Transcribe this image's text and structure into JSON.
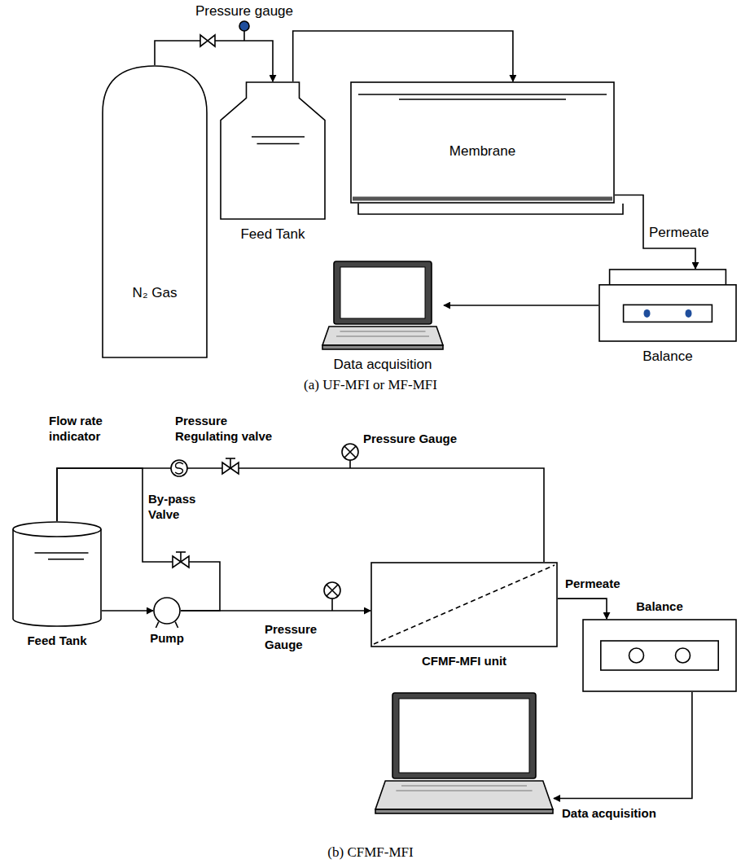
{
  "diagram": {
    "nodes": [
      {
        "text": [
          "N₂ Gas"
        ]
      },
      {
        "text": [
          "Feed Tank"
        ]
      },
      {
        "text": [
          "Membrane"
        ]
      },
      {
        "text": [
          "Balance"
        ]
      },
      {
        "text": [
          "Data acquisition"
        ]
      },
      {
        "text": [
          "Feed Tank"
        ]
      },
      {
        "text": [
          "Pump"
        ]
      },
      {
        "text": [
          "CFMF-MFI unit"
        ]
      },
      {
        "text": [
          "Balance"
        ]
      },
      {
        "text": [
          "Data acquisition"
        ]
      }
    ],
    "edges": [
      {
        "from": 0,
        "to": 1,
        "arrow": "to"
      },
      {
        "from": 1,
        "to": 2,
        "arrow": "to"
      },
      {
        "from": 2,
        "to": 3,
        "label": "Permeate",
        "arrow": "to"
      },
      {
        "from": 3,
        "to": 4,
        "arrow": "to"
      },
      {
        "from": 5,
        "to": 6,
        "arrow": "to"
      },
      {
        "from": 6,
        "to": 7,
        "arrow": "to"
      },
      {
        "from": 7,
        "to": 5,
        "arrow": "none"
      },
      {
        "from": 6,
        "to": 5,
        "arrow": "none"
      },
      {
        "from": 7,
        "to": 8,
        "label": "Permeate",
        "arrow": "to"
      },
      {
        "from": 8,
        "to": 9,
        "arrow": "to"
      }
    ],
    "labels": [
      "Pressure gauge",
      "(a) UF-MFI or MF-MFI",
      "Flow rate indicator",
      "Pressure Regulating valve",
      "Pressure Gauge",
      "By-pass Valve",
      "Pressure Gauge",
      "(b) CFMF-MFI"
    ]
  }
}
